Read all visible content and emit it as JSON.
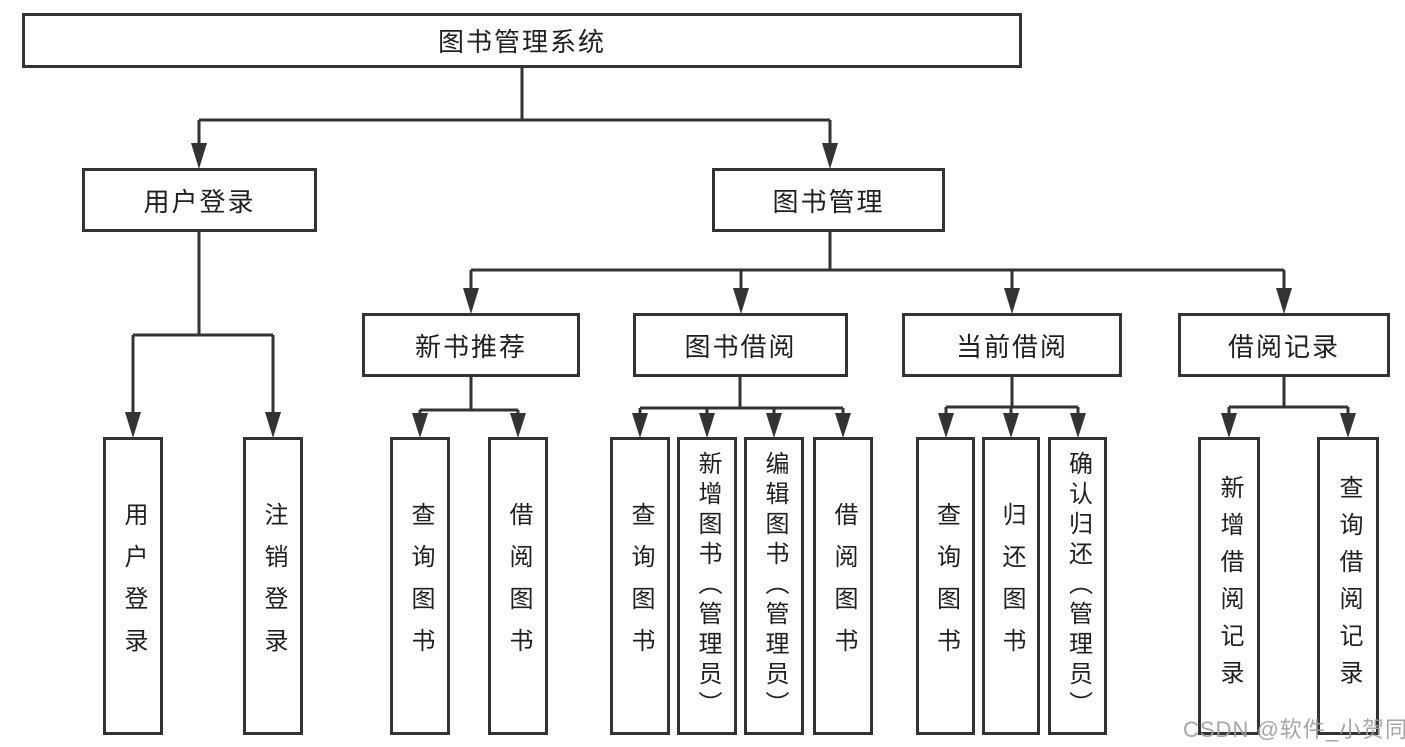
{
  "diagram": {
    "type": "hierarchy-tree",
    "nodes": {
      "root": "图书管理系统",
      "user_login": "用户登录",
      "book_mgmt": "图书管理",
      "new_book_rec": "新书推荐",
      "book_borrow": "图书借阅",
      "current_borrow": "当前借阅",
      "borrow_record": "借阅记录",
      "ul_login": "用户登录",
      "ul_logout": "注销登录",
      "nb_query_book": "查询图书",
      "nb_borrow_book": "借阅图书",
      "bb_query_book": "查询图书",
      "bb_add_book": "新增图书（管理员）",
      "bb_edit_book": "编辑图书（管理员）",
      "bb_borrow_book": "借阅图书",
      "cb_query_book": "查询图书",
      "cb_return_book": "归还图书",
      "cb_confirm_return": "确认归还（管理员）",
      "br_add_record": "新增借阅记录",
      "br_query_record": "查询借阅记录"
    },
    "edges": [
      [
        "root",
        "user_login"
      ],
      [
        "root",
        "book_mgmt"
      ],
      [
        "user_login",
        "ul_login"
      ],
      [
        "user_login",
        "ul_logout"
      ],
      [
        "book_mgmt",
        "new_book_rec"
      ],
      [
        "book_mgmt",
        "book_borrow"
      ],
      [
        "book_mgmt",
        "current_borrow"
      ],
      [
        "book_mgmt",
        "borrow_record"
      ],
      [
        "new_book_rec",
        "nb_query_book"
      ],
      [
        "new_book_rec",
        "nb_borrow_book"
      ],
      [
        "book_borrow",
        "bb_query_book"
      ],
      [
        "book_borrow",
        "bb_add_book"
      ],
      [
        "book_borrow",
        "bb_edit_book"
      ],
      [
        "book_borrow",
        "bb_borrow_book"
      ],
      [
        "current_borrow",
        "cb_query_book"
      ],
      [
        "current_borrow",
        "cb_return_book"
      ],
      [
        "current_borrow",
        "cb_confirm_return"
      ],
      [
        "borrow_record",
        "br_add_record"
      ],
      [
        "borrow_record",
        "br_query_record"
      ]
    ],
    "colors": {
      "line": "#333333",
      "text": "#1f1f1f",
      "background": "#ffffff",
      "watermark": "#9e9e9e"
    }
  },
  "watermark": "CSDN @软件_小贺同学"
}
